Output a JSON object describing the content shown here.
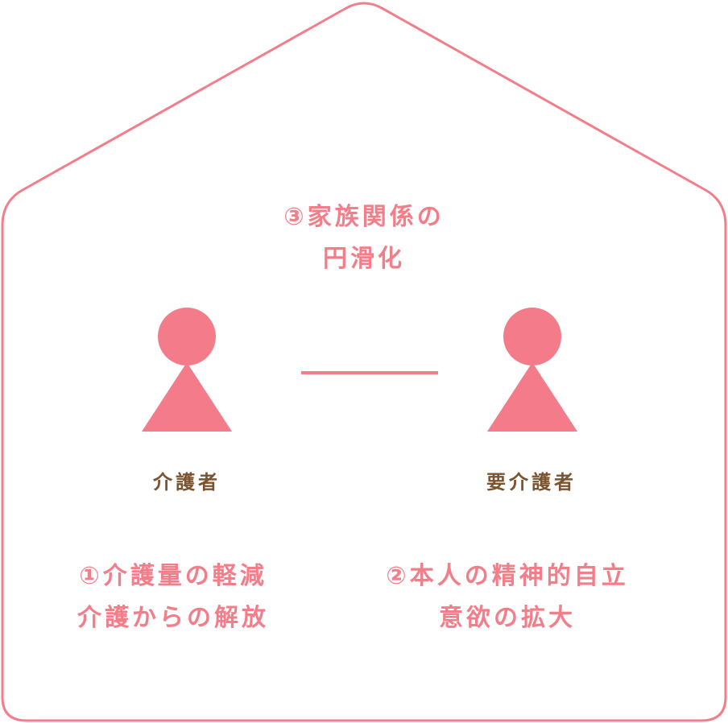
{
  "colors": {
    "accent": "#f27e8a",
    "figure": "#f47c8a",
    "label": "#7a5330",
    "background": "#ffffff"
  },
  "family_relation": {
    "line1": "③家族関係の",
    "line2": "円滑化"
  },
  "caregiver": {
    "label": "介護者",
    "benefit_line1": "①介護量の軽減",
    "benefit_line2": "介護からの解放"
  },
  "care_recipient": {
    "label": "要介護者",
    "benefit_line1": "②本人の精神的自立",
    "benefit_line2": "意欲の拡大"
  }
}
